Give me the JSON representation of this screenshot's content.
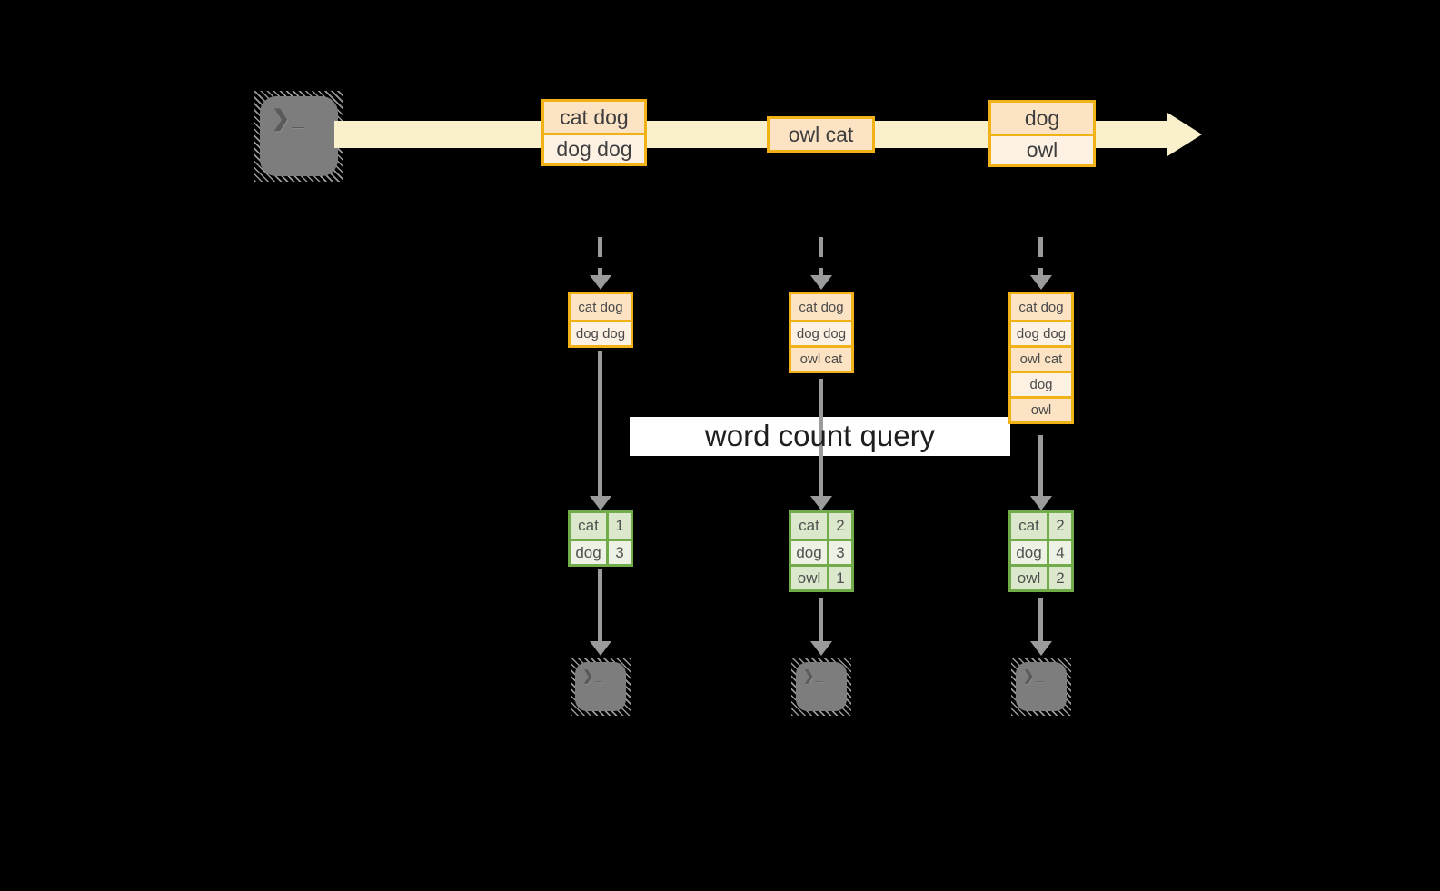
{
  "title": {
    "label": "word count query"
  },
  "icons": {
    "prompt_glyph": "❯_"
  },
  "stream": {
    "records": [
      {
        "lines": [
          "cat dog",
          "dog dog"
        ]
      },
      {
        "lines": [
          "owl cat"
        ]
      },
      {
        "lines": [
          "dog",
          "owl"
        ]
      }
    ]
  },
  "columns": [
    {
      "buffer": [
        "cat dog",
        "dog dog"
      ],
      "counts": [
        {
          "word": "cat",
          "count": "1"
        },
        {
          "word": "dog",
          "count": "3"
        }
      ]
    },
    {
      "buffer": [
        "cat dog",
        "dog dog",
        "owl cat"
      ],
      "counts": [
        {
          "word": "cat",
          "count": "2"
        },
        {
          "word": "dog",
          "count": "3"
        },
        {
          "word": "owl",
          "count": "1"
        }
      ]
    },
    {
      "buffer": [
        "cat dog",
        "dog dog",
        "owl cat",
        "dog",
        "owl"
      ],
      "counts": [
        {
          "word": "cat",
          "count": "2"
        },
        {
          "word": "dog",
          "count": "4"
        },
        {
          "word": "owl",
          "count": "2"
        }
      ]
    }
  ],
  "colors": {
    "background": "#000000",
    "stream_band": "#FAF0CC",
    "record_border": "#F0B216",
    "record_fill_dark": "#FBE3C4",
    "record_fill_light": "#FDF1E4",
    "table_border": "#72AC4A",
    "table_fill_dark": "#DCE8CB",
    "table_fill_light": "#EDF2E4",
    "arrow_gray": "#9B9B9B",
    "terminal_gray": "#7D7D7D",
    "query_band_bg": "#FFFFFF"
  }
}
